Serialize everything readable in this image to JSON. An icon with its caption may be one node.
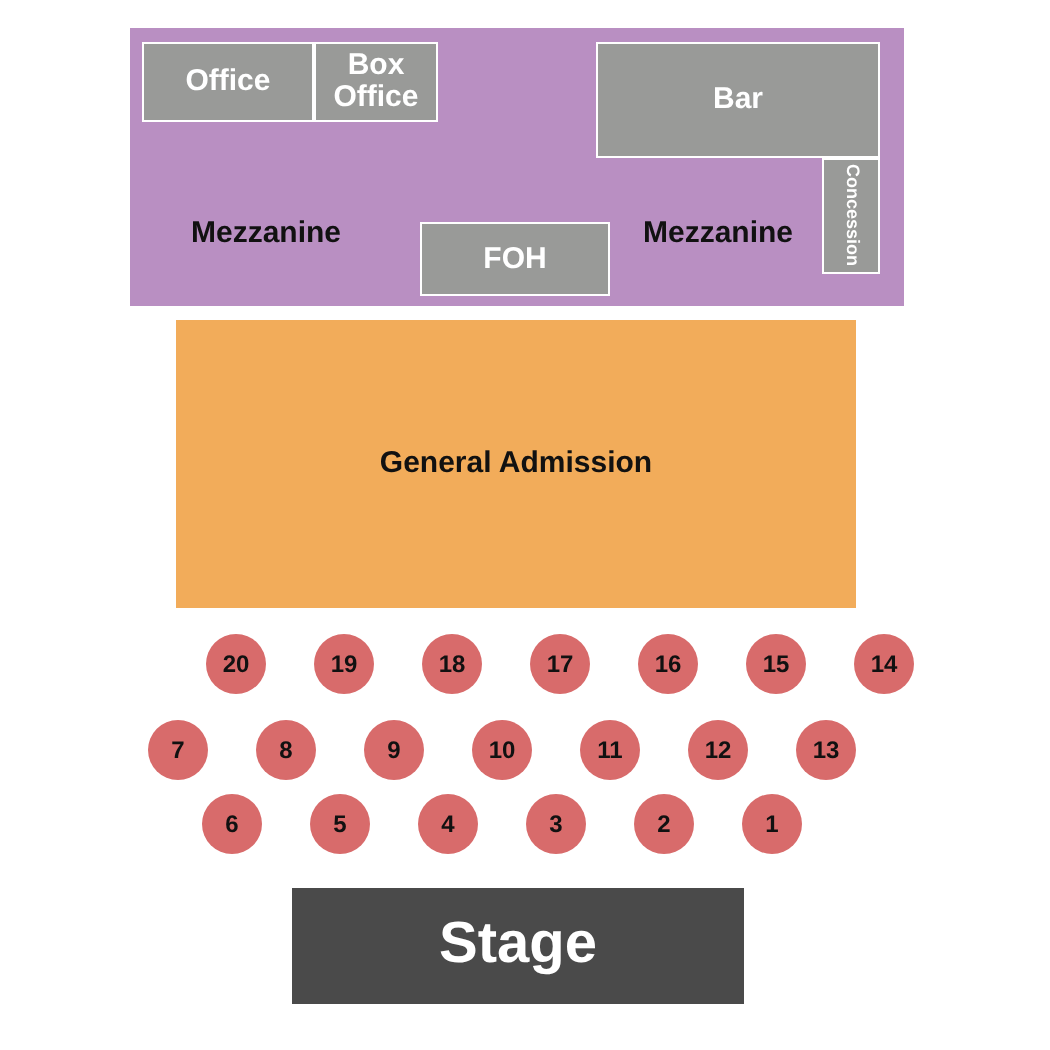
{
  "diagram": {
    "nodes": [
      {
        "text": [
          "Mezzanine",
          "Mezzanine"
        ]
      },
      {
        "text": [
          "Office"
        ],
        "in": 0
      },
      {
        "text": [
          "Box Office"
        ],
        "in": 0
      },
      {
        "text": [
          "Bar"
        ],
        "in": 0
      },
      {
        "text": [
          "Concession"
        ],
        "in": 0
      },
      {
        "text": [
          "FOH"
        ],
        "in": 0
      },
      {
        "text": [
          "General Admission"
        ]
      },
      {
        "text": [
          "20"
        ]
      },
      {
        "text": [
          "19"
        ]
      },
      {
        "text": [
          "18"
        ]
      },
      {
        "text": [
          "17"
        ]
      },
      {
        "text": [
          "16"
        ]
      },
      {
        "text": [
          "15"
        ]
      },
      {
        "text": [
          "14"
        ]
      },
      {
        "text": [
          "7"
        ]
      },
      {
        "text": [
          "8"
        ]
      },
      {
        "text": [
          "9"
        ]
      },
      {
        "text": [
          "10"
        ]
      },
      {
        "text": [
          "11"
        ]
      },
      {
        "text": [
          "12"
        ]
      },
      {
        "text": [
          "13"
        ]
      },
      {
        "text": [
          "6"
        ]
      },
      {
        "text": [
          "5"
        ]
      },
      {
        "text": [
          "4"
        ]
      },
      {
        "text": [
          "3"
        ]
      },
      {
        "text": [
          "2"
        ]
      },
      {
        "text": [
          "1"
        ]
      },
      {
        "text": [
          "Stage"
        ]
      }
    ]
  }
}
